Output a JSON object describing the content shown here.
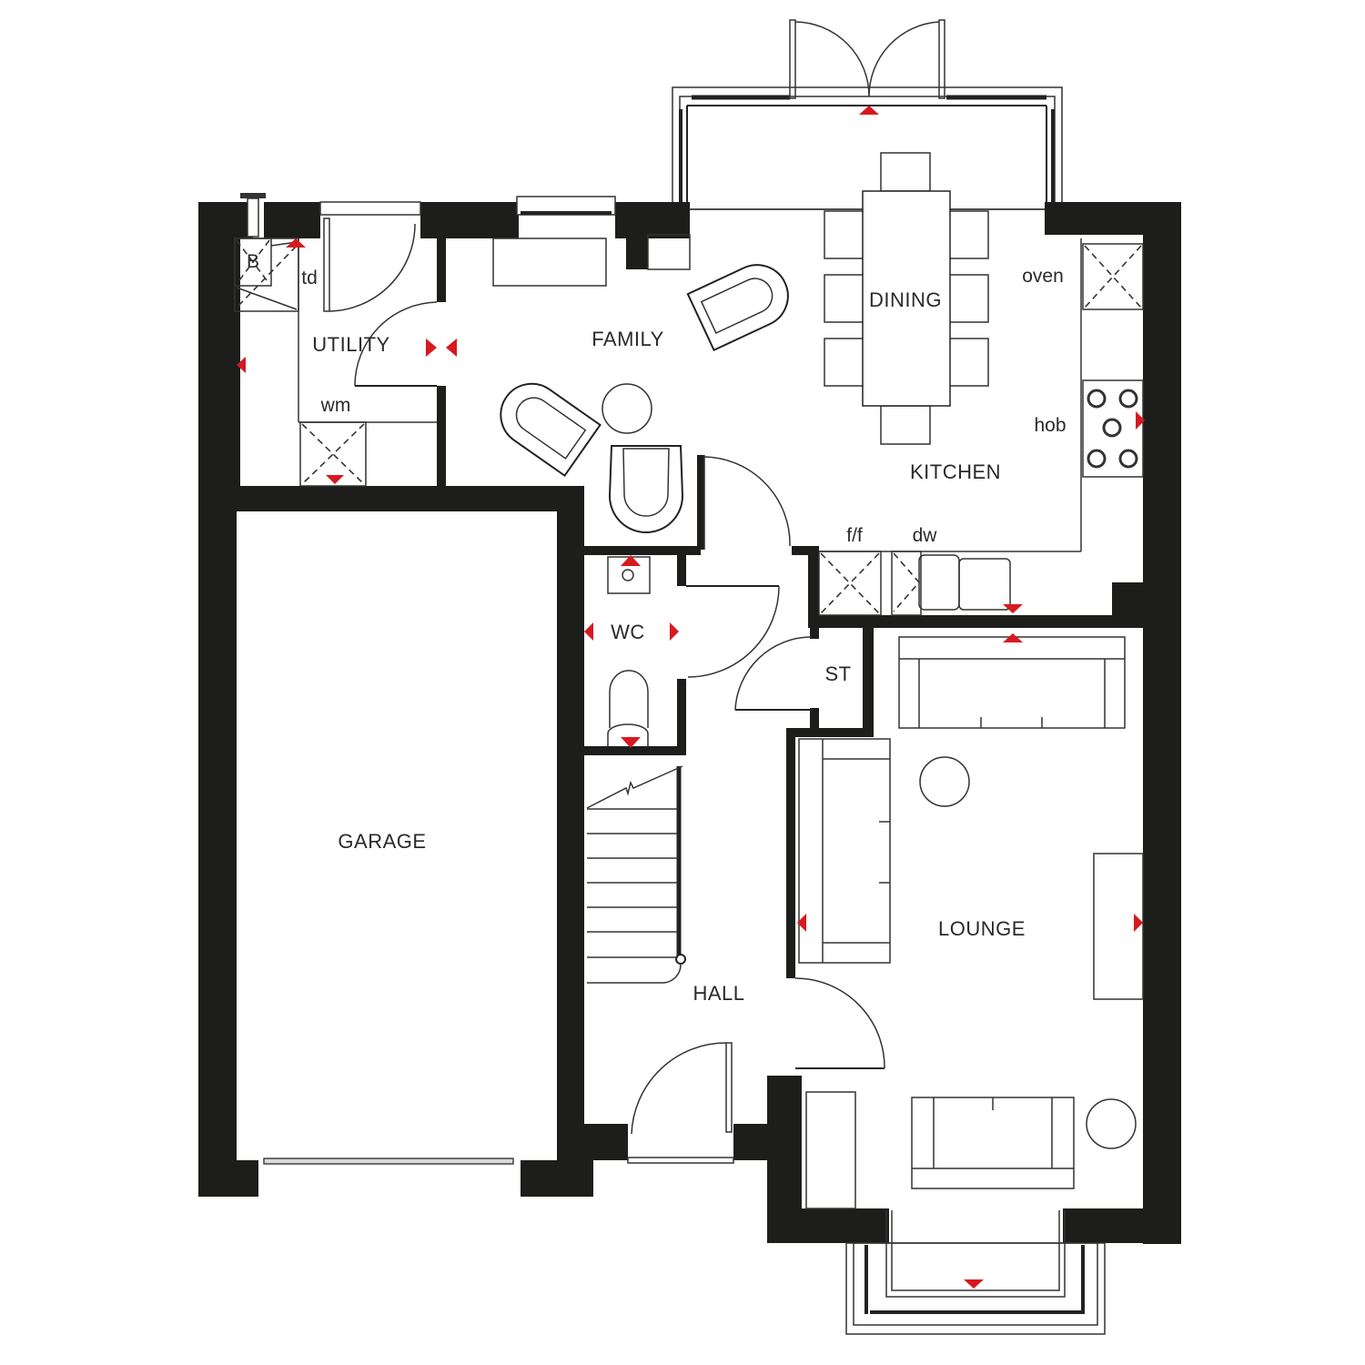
{
  "floor_plan": {
    "type": "ground floor plan",
    "accent_color": "#d71920",
    "wall_color": "#1d1d1b",
    "rooms": [
      {
        "id": "garage",
        "label": "GARAGE"
      },
      {
        "id": "utility",
        "label": "UTILITY"
      },
      {
        "id": "family",
        "label": "FAMILY"
      },
      {
        "id": "dining",
        "label": "DINING"
      },
      {
        "id": "kitchen",
        "label": "KITCHEN"
      },
      {
        "id": "wc",
        "label": "WC"
      },
      {
        "id": "st",
        "label": "ST"
      },
      {
        "id": "hall",
        "label": "HALL"
      },
      {
        "id": "lounge",
        "label": "LOUNGE"
      }
    ],
    "appliances": [
      {
        "id": "boiler",
        "label": "B"
      },
      {
        "id": "tumble-dryer",
        "label": "td"
      },
      {
        "id": "washing-machine",
        "label": "wm"
      },
      {
        "id": "oven",
        "label": "oven"
      },
      {
        "id": "hob",
        "label": "hob"
      },
      {
        "id": "fridge-freezer",
        "label": "f/f"
      },
      {
        "id": "dishwasher",
        "label": "dw"
      }
    ]
  }
}
